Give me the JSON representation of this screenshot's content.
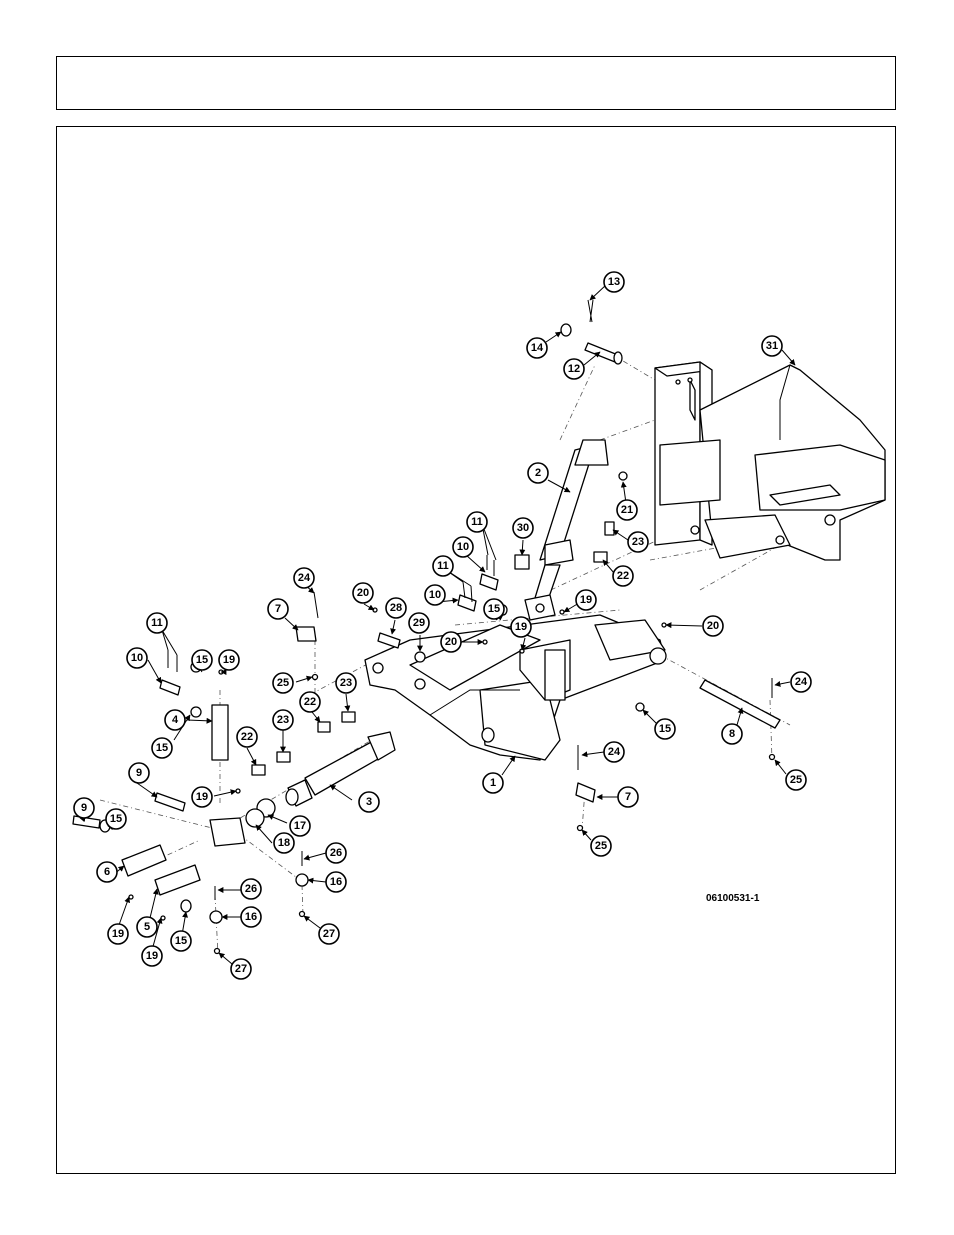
{
  "header": {
    "title": ""
  },
  "diagram": {
    "drawing_number": "06100531-1",
    "callouts": [
      "1",
      "2",
      "3",
      "4",
      "5",
      "6",
      "7",
      "8",
      "9",
      "10",
      "11",
      "12",
      "13",
      "14",
      "15",
      "16",
      "17",
      "18",
      "19",
      "20",
      "21",
      "22",
      "23",
      "24",
      "25",
      "26",
      "27",
      "28",
      "29",
      "30",
      "31"
    ]
  }
}
